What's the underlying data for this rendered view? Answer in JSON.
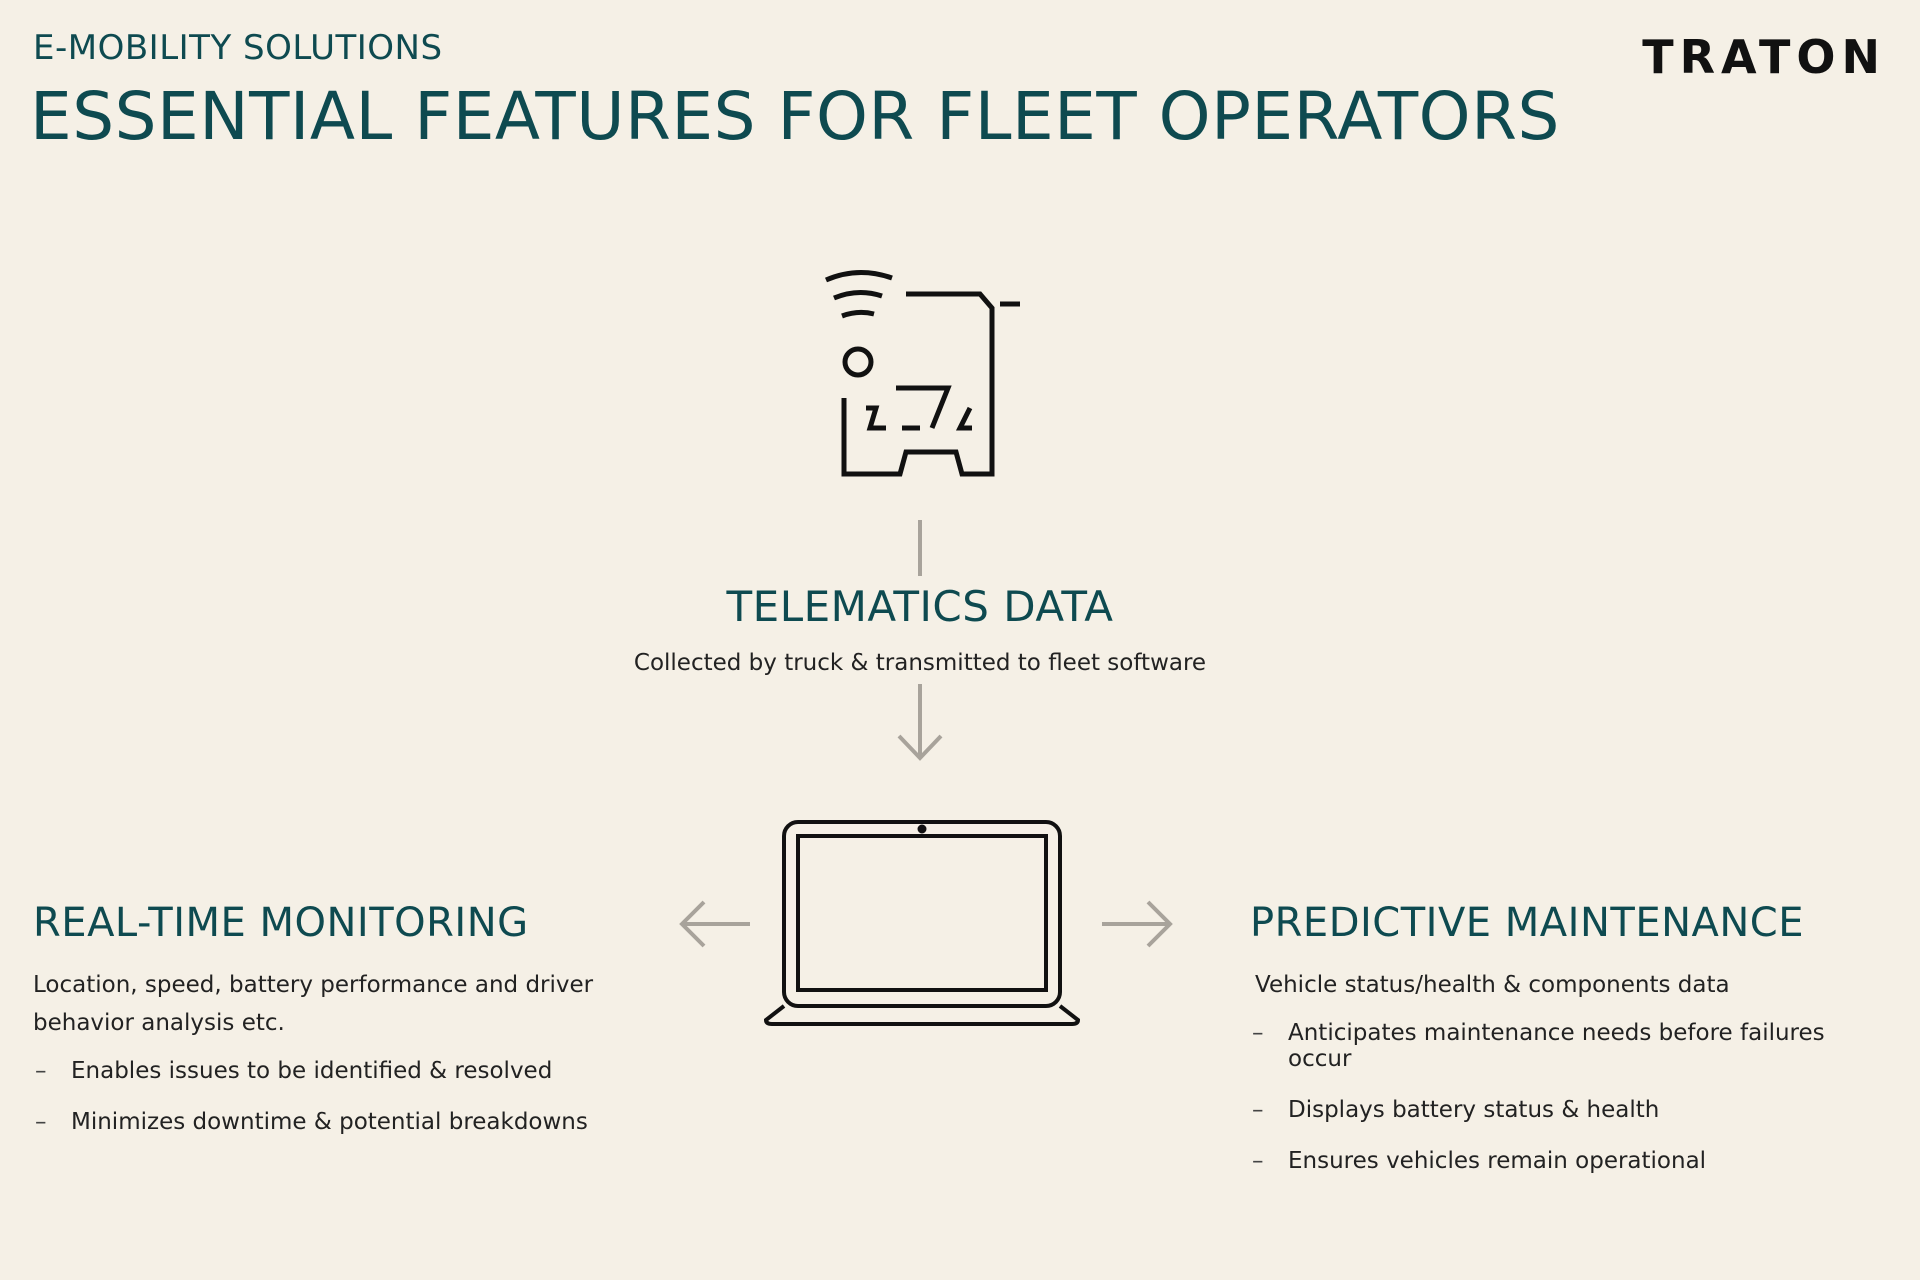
{
  "header": {
    "eyebrow": "E-MOBILITY SOLUTIONS",
    "title": "ESSENTIAL FEATURES FOR FLEET OPERATORS",
    "logo": "TRATON"
  },
  "center": {
    "icon_top": "connected-truck-icon",
    "title": "TELEMATICS DATA",
    "description": "Collected by truck & transmitted to fleet software",
    "icon_bottom": "laptop-icon"
  },
  "left": {
    "title": "REAL-TIME MONITORING",
    "description": "Location, speed, battery performance and driver behavior analysis etc.",
    "bullets": [
      "Enables issues to be identified & resolved",
      "Minimizes downtime & potential breakdowns"
    ]
  },
  "right": {
    "title": "PREDICTIVE MAINTENANCE",
    "description": "Vehicle status/health & components data",
    "bullets": [
      "Anticipates maintenance needs before failures occur",
      "Displays battery status & health",
      "Ensures vehicles remain operational"
    ]
  },
  "bullet_marker": "–",
  "colors": {
    "background": "#F5F0E6",
    "heading": "#0E4A50",
    "connector": "#A8A39B",
    "icon": "#111111"
  }
}
